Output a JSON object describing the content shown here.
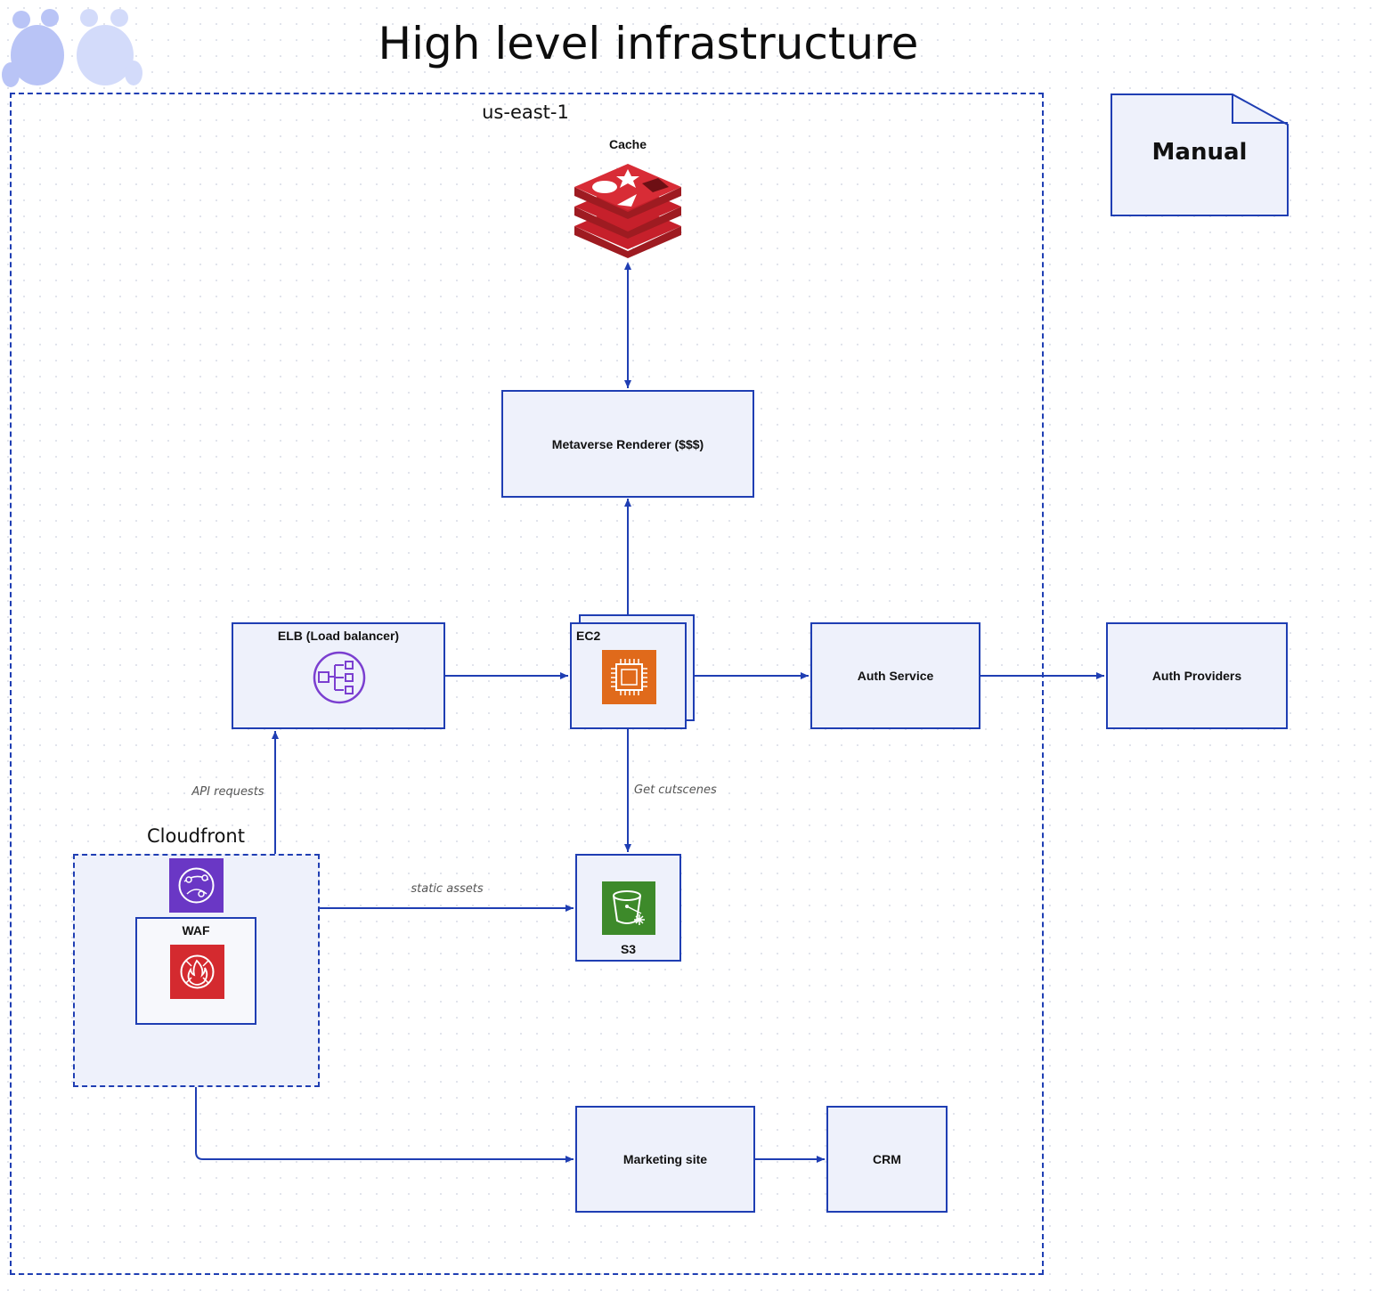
{
  "title": "High level infrastructure",
  "regions": {
    "us_east": "us-east-1",
    "cloudfront": "Cloudfront"
  },
  "nodes": {
    "cache": "Cache",
    "renderer": "Metaverse Renderer ($$$)",
    "elb": "ELB (Load balancer)",
    "ec2": "EC2",
    "auth_service": "Auth Service",
    "auth_providers": "Auth Providers",
    "waf": "WAF",
    "s3": "S3",
    "marketing": "Marketing site",
    "crm": "CRM",
    "manual": "Manual"
  },
  "edges": {
    "api_requests": "API requests",
    "get_cutscenes": "Get cutscenes",
    "static_assets": "static assets"
  },
  "icons": {
    "mascot": "mascot-logo-icon",
    "cache": "redis-icon",
    "elb": "elb-icon",
    "ec2": "ec2-chip-icon",
    "cloudfront": "cloudfront-icon",
    "waf": "waf-icon",
    "s3": "s3-bucket-icon"
  },
  "colors": {
    "line": "#1f3eb3",
    "node_fill": "#eef1fb",
    "redis": "#c6202b",
    "elb": "#7b3fd0",
    "ec2": "#e06a1b",
    "cloudfront": "#6a37c5",
    "waf": "#d42a2f",
    "s3": "#3d8a2a"
  }
}
